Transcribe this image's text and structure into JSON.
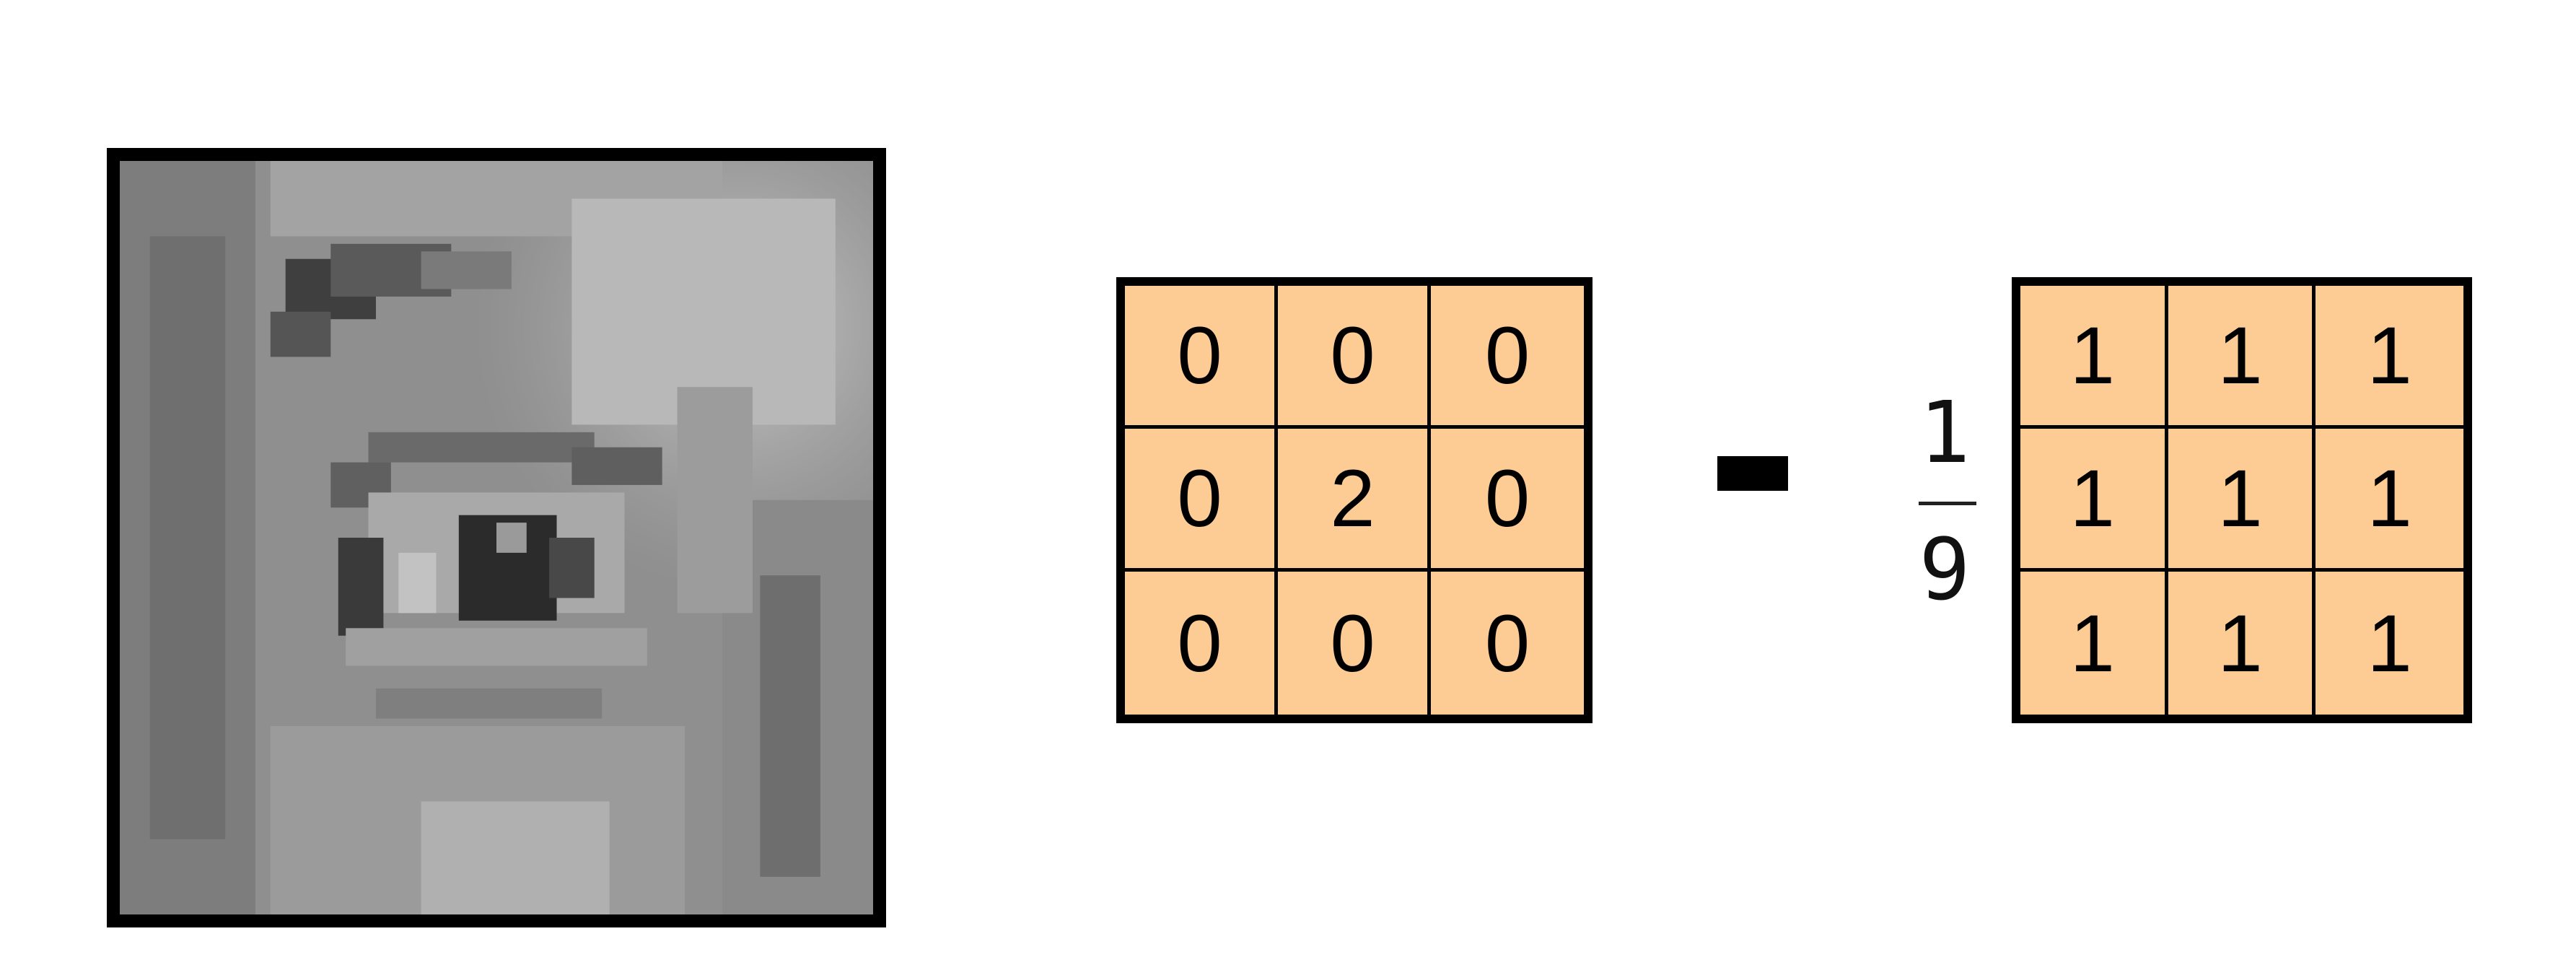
{
  "kernel_left": {
    "cells": [
      [
        "0",
        "0",
        "0"
      ],
      [
        "0",
        "2",
        "0"
      ],
      [
        "0",
        "0",
        "0"
      ]
    ]
  },
  "operator": "-",
  "fraction": {
    "numerator": "1",
    "denominator": "9"
  },
  "kernel_right": {
    "cells": [
      [
        "1",
        "1",
        "1"
      ],
      [
        "1",
        "1",
        "1"
      ],
      [
        "1",
        "1",
        "1"
      ]
    ]
  },
  "colors": {
    "kernel_fill": "#fdcb94",
    "border": "#000000",
    "photo_tone": "#8c8c8c"
  }
}
